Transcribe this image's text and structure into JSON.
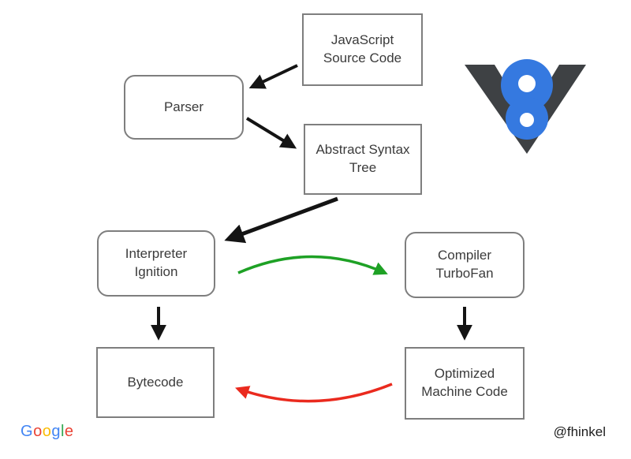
{
  "nodes": {
    "source": {
      "label": "JavaScript Source Code"
    },
    "parser": {
      "label": "Parser"
    },
    "ast": {
      "label": "Abstract Syntax Tree"
    },
    "ignition": {
      "label": "Interpreter Ignition"
    },
    "turbofan": {
      "label": "Compiler TurboFan"
    },
    "bytecode": {
      "label": "Bytecode"
    },
    "optimized": {
      "label": "Optimized Machine Code"
    }
  },
  "edges": [
    {
      "from": "source",
      "to": "parser",
      "color_key": "arrow_black"
    },
    {
      "from": "parser",
      "to": "ast",
      "color_key": "arrow_black"
    },
    {
      "from": "ast",
      "to": "ignition",
      "color_key": "arrow_black"
    },
    {
      "from": "ignition",
      "to": "turbofan",
      "color_key": "arrow_green"
    },
    {
      "from": "ignition",
      "to": "bytecode",
      "color_key": "arrow_black"
    },
    {
      "from": "turbofan",
      "to": "optimized",
      "color_key": "arrow_black"
    },
    {
      "from": "optimized",
      "to": "bytecode",
      "color_key": "arrow_red"
    }
  ],
  "colors": {
    "arrow_black": "#141414",
    "arrow_green": "#1ea125",
    "arrow_red": "#ea2a1e",
    "box_border": "#7e7e7e",
    "v8_blue": "#3579e0",
    "v8_dark": "#3e4144"
  },
  "footer": {
    "google_letters": [
      {
        "char": "G",
        "color": "#4285F4"
      },
      {
        "char": "o",
        "color": "#EA4335"
      },
      {
        "char": "o",
        "color": "#FBBC05"
      },
      {
        "char": "g",
        "color": "#4285F4"
      },
      {
        "char": "l",
        "color": "#34A853"
      },
      {
        "char": "e",
        "color": "#EA4335"
      }
    ],
    "handle": "@fhinkel"
  }
}
